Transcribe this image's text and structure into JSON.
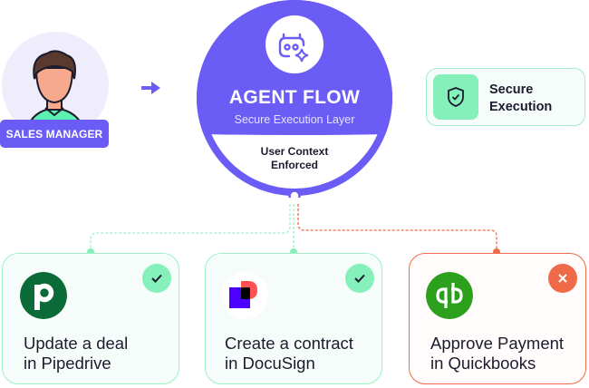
{
  "user": {
    "role": "SALES MANAGER",
    "avatar": "sales-manager-avatar"
  },
  "agent": {
    "title": "AGENT FLOW",
    "subtitle": "Secure Execution Layer",
    "context_line1": "User Context",
    "context_line2": "Enforced",
    "icon": "robot-sparkle-icon",
    "color": "#6b5cf6"
  },
  "secure": {
    "line1": "Secure",
    "line2": "Execution",
    "icon": "shield-check-icon"
  },
  "actions": [
    {
      "line1": "Update a deal",
      "line2": "in Pipedrive",
      "app": "Pipedrive",
      "status": "success",
      "status_icon": "check-icon"
    },
    {
      "line1": "Create a contract",
      "line2": "in DocuSign",
      "app": "DocuSign",
      "status": "success",
      "status_icon": "check-icon"
    },
    {
      "line1": "Approve Payment",
      "line2": "in Quickbooks",
      "app": "Quickbooks",
      "status": "denied",
      "status_icon": "x-icon"
    }
  ],
  "colors": {
    "success": "#86f0bb",
    "denied": "#ef6a48",
    "accent": "#6b5cf6"
  }
}
